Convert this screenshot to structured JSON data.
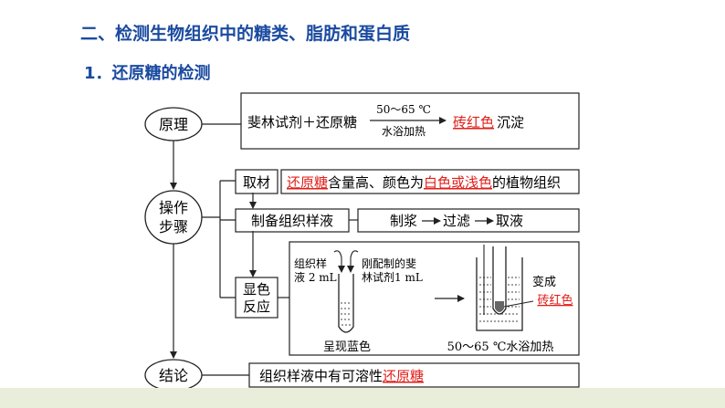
{
  "heading": "二、检测生物组织中的糖类、脂肪和蛋白质",
  "subheading": "1．还原糖的检测",
  "diagram": {
    "principle": {
      "label": "原理",
      "reagent": "斐林试剂＋还原糖",
      "temp_top": "50～65 ℃",
      "temp_bottom": "水浴加热",
      "product_highlight": "砖红色",
      "product_rest": "沉淀"
    },
    "steps": {
      "label_line1": "操作",
      "label_line2": "步骤",
      "material": {
        "label": "取材",
        "highlight1": "还原糖",
        "text1": "含量高、颜色为",
        "highlight2": "白色或浅色",
        "text2": "的植物组织"
      },
      "prepare": {
        "label": "制备组织样液",
        "step1": "制浆",
        "step2": "过滤",
        "step3": "取液"
      },
      "reaction": {
        "label_line1": "显色",
        "label_line2": "反应",
        "sample_line1": "组织样",
        "sample_line2": "液 2 mL",
        "reagent_line1": "刚配制的斐",
        "reagent_line2": "林试剂1 mL",
        "before_caption": "呈现蓝色",
        "after_caption": "50～65 ℃水浴加热",
        "change_text": "变成",
        "change_highlight": "砖红色"
      }
    },
    "conclusion": {
      "label": "结论",
      "text": "组织样液中有可溶性",
      "highlight": "还原糖"
    }
  },
  "colors": {
    "heading": "#1a4aa0",
    "highlight": "#e0201b",
    "line": "#222222",
    "band": "#e8eed9"
  }
}
